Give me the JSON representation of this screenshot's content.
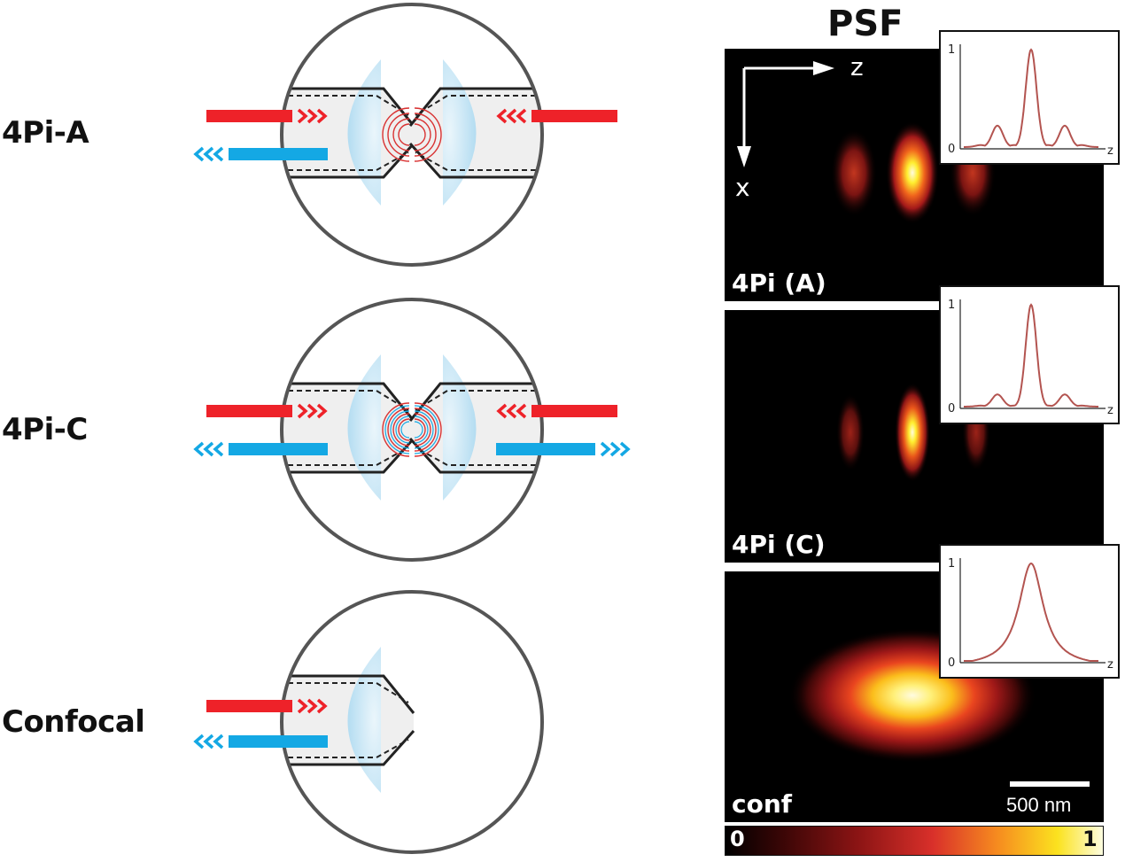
{
  "rows": {
    "a_label": "4Pi-A",
    "c_label": "4Pi-C",
    "conf_label": "Confocal"
  },
  "psf": {
    "title": "PSF",
    "axis_z": "z",
    "axis_x": "x",
    "panels": [
      {
        "label": "4Pi (A)"
      },
      {
        "label": "4Pi (C)"
      },
      {
        "label": "conf"
      }
    ]
  },
  "insets": {
    "tick_one": "1",
    "tick_zero": "0",
    "axis": "z"
  },
  "scalebar": {
    "label": "500 nm"
  },
  "colorbar": {
    "min": "0",
    "max": "1"
  },
  "colors": {
    "illumination": "#ee2229",
    "detection": "#14a8e4",
    "lens": "#b9e0f3",
    "wavefront": "#d93333",
    "profile": "#b35450"
  },
  "chart_data": [
    {
      "type": "line",
      "title": "",
      "xlabel": "z",
      "ylim": [
        0,
        1
      ],
      "series": [
        {
          "values": [
            0,
            0.02,
            0.22,
            0.02,
            1.0,
            0.02,
            0.22,
            0.02,
            0
          ]
        }
      ]
    },
    {
      "type": "line",
      "title": "",
      "xlabel": "z",
      "ylim": [
        0,
        1
      ],
      "series": [
        {
          "values": [
            0,
            0.01,
            0.12,
            0.01,
            1.0,
            0.01,
            0.12,
            0.01,
            0
          ]
        }
      ]
    },
    {
      "type": "line",
      "title": "",
      "xlabel": "z",
      "ylim": [
        0,
        1
      ],
      "series": [
        {
          "values": [
            0,
            0.03,
            0.25,
            0.7,
            1.0,
            0.7,
            0.25,
            0.03,
            0
          ]
        }
      ]
    }
  ]
}
